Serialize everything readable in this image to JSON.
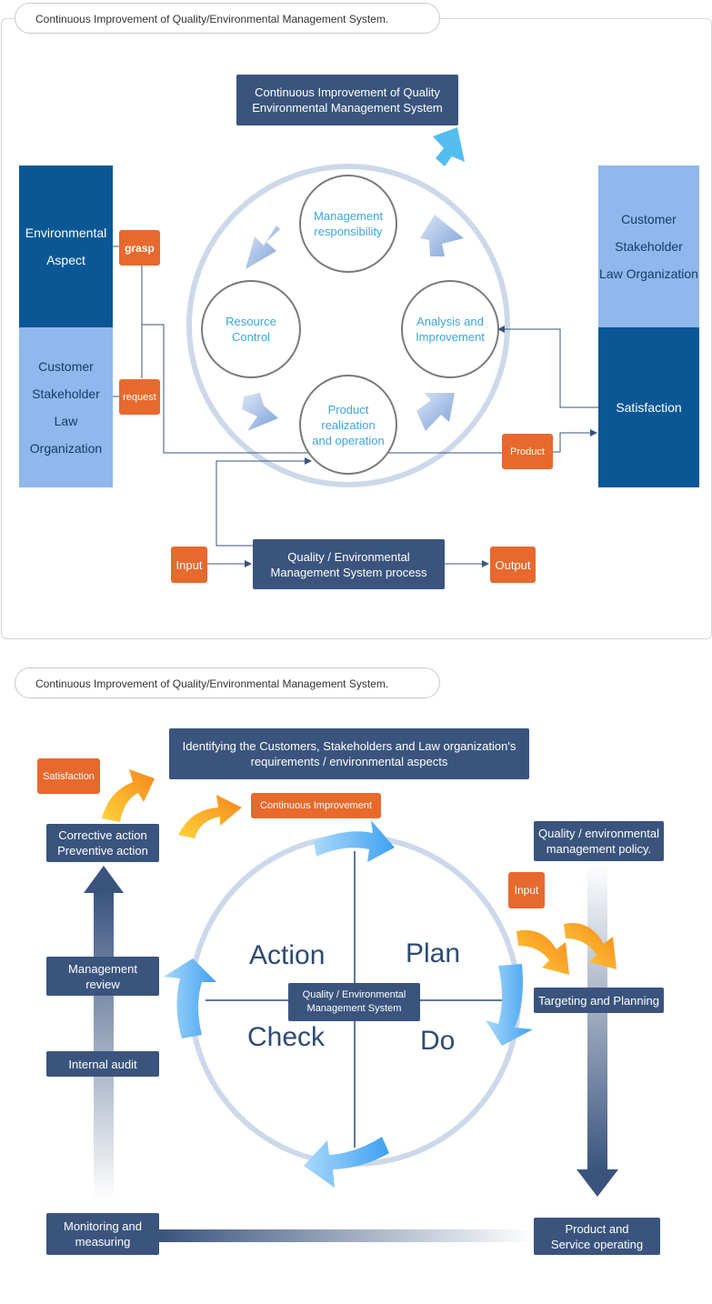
{
  "diagram1": {
    "tab_title": "Continuous Improvement of Quality/Environmental Management System.",
    "top_box": "Continuous Improvement of Quality\nEnvironmental Management System",
    "left_dark": "Environmental\n\nAspect",
    "left_light": "Customer\n\nStakeholder\n\nLaw\n\nOrganization",
    "right_light": "Customer\n\nStakeholder\n\nLaw Organization",
    "right_dark": "Satisfaction",
    "grasp": "grasp",
    "request": "request",
    "product": "Product",
    "circle_management": "Management\nresponsibility",
    "circle_resource": "Resource\nControl",
    "circle_analysis": "Analysis and\nImprovement",
    "circle_product": "Product\nrealization\nand operation",
    "input": "Input",
    "process": "Quality / Environmental\nManagement System process",
    "output": "Output"
  },
  "diagram2": {
    "tab_title": "Continuous Improvement of Quality/Environmental Management System.",
    "identifying": "Identifying the Customers, Stakeholders and Law organization's\nrequirements / environmental aspects",
    "satisfaction": "Satisfaction",
    "continuous": "Continuous Improvement",
    "corrective": "Corrective action\nPreventive action",
    "policy": "Quality / environmental\nmanagement policy.",
    "input": "Input",
    "management_review": "Management\nreview",
    "internal_audit": "Internal audit",
    "targeting": "Targeting and Planning",
    "center": "Quality / Environmental\nManagement System",
    "action": "Action",
    "plan": "Plan",
    "check": "Check",
    "do": "Do",
    "monitoring": "Monitoring and\nmeasuring",
    "product_service": "Product and\nService operating"
  },
  "colors": {
    "navy": "#3a547e",
    "orange": "#e8692d",
    "dark_blue": "#0b5796",
    "light_blue": "#8fb8ec",
    "cyan_text": "#3aa6de"
  }
}
